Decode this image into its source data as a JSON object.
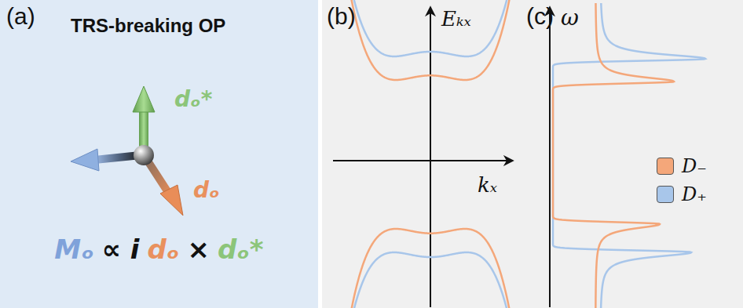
{
  "diagram": {
    "nodes": [
      {
        "text": [
          "(a)",
          "TRS-breaking OP",
          "dₒ*",
          "dₒ",
          "Mₒ",
          "∝ i",
          "dₒ",
          "×",
          "dₒ*"
        ]
      },
      {
        "text": [
          "(b)",
          "Eₖₓ",
          "kₓ"
        ]
      },
      {
        "text": [
          "(c)",
          "ω"
        ]
      }
    ],
    "legend": [
      {
        "text": "D₋",
        "color": "#f4a77a"
      },
      {
        "text": "D₊",
        "color": "#a8c6ea"
      }
    ]
  }
}
